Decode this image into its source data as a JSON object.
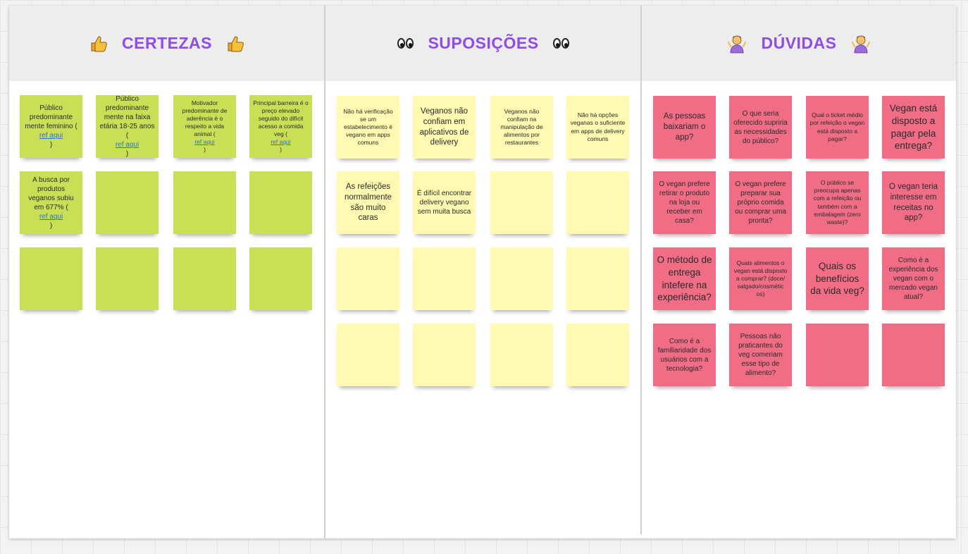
{
  "columns": [
    {
      "title": "CERTEZAS",
      "color": "#c9df56"
    },
    {
      "title": "SUPOSIÇÕES",
      "color": "#fff9b1"
    },
    {
      "title": "DÚVIDAS",
      "color": "#f06d85"
    }
  ],
  "ref_label": "ref aqui",
  "certezas": [
    {
      "pre": "Público predominante mente feminino (",
      "post": ")"
    },
    {
      "pre": "Público predominante mente na faixa etária 18-25 anos (",
      "post": ")"
    },
    {
      "pre": "Motivador predominante de aderência é o respeito a vida animal (",
      "post": ")"
    },
    {
      "pre": "Principal barreira é o preço elevado seguido do difícil acesso a comida veg (",
      "post": ")"
    },
    {
      "pre": "A busca por produtos veganos subiu em 677% (",
      "post": ")"
    }
  ],
  "suposicoes": [
    "Não há verificação se um estabelecimento é vegano em apps comuns",
    "Veganos não confiam em aplicativos de delivery",
    "Veganos não confiam na manipulação de alimentos por restaurantes",
    "Não há opções veganas o suficiente em apps de delivery comuns",
    "As refeições normalmente são muito caras",
    "É difícil encontrar delivery vegano sem muita busca"
  ],
  "duvidas": [
    "As pessoas baixariam o app?",
    "O que seria oferecido supriria as necessidades do público?",
    "Qual o ticket médio por refeição o vegan está disposto a pagar?",
    "Vegan está disposto a pagar pela entrega?",
    "O vegan prefere retirar o produto na loja ou receber em casa?",
    "O vegan prefere preparar sua próprio comida ou comprar uma pronta?",
    "O público se preocupa apenas com a refeição ou também com a embalagem (zero waste)?",
    "O vegan teria interesse em receitas no app?",
    "O método de entrega intefere na experiência?",
    "Quais alimentos o vegan está disposto a comprar? (doce/ salgado/cosmétic os)",
    "Quais os benefícios da vida veg?",
    "Como é a experiência dos vegan com o mercado vegan atual?",
    "Como é a familiaridade dos usuários com a tecnologia?",
    "Pessoas não praticantes do veg comeriam esse tipo de alimento?"
  ]
}
